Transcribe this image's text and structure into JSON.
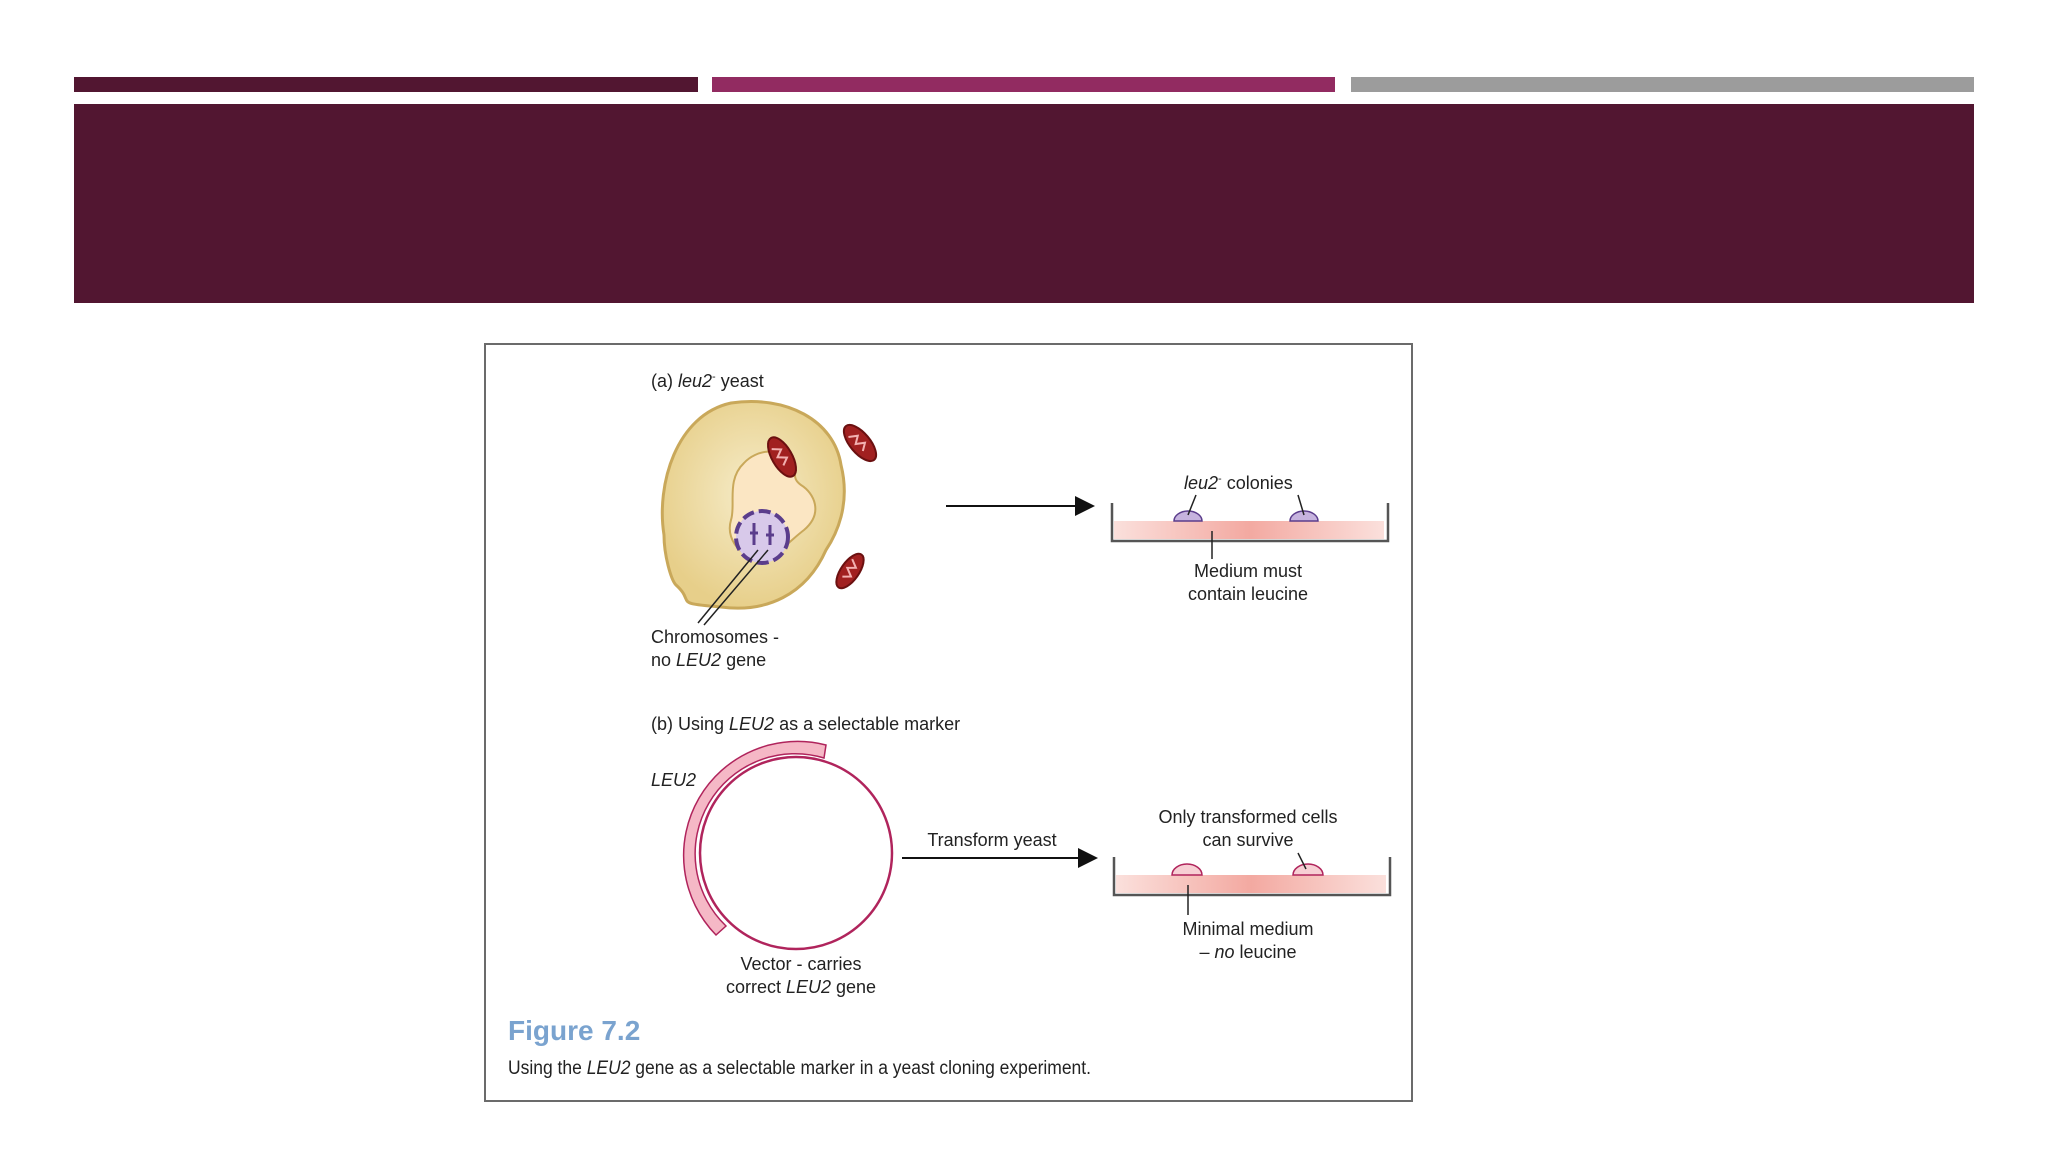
{
  "slide": {
    "colors": {
      "bar1": "#521631",
      "bar2": "#922b61",
      "bar3": "#9c9c9c",
      "title_band": "#521631"
    },
    "title": ""
  },
  "figure": {
    "panel_a": {
      "label_prefix": "(a) ",
      "label_italic": "leu2",
      "label_sup": "-",
      "label_suffix": " yeast",
      "colonies_italic": "leu2",
      "colonies_sup": "-",
      "colonies_suffix": " colonies",
      "medium_line1": "Medium must",
      "medium_line2": "contain leucine",
      "chrom_line1": "Chromosomes -",
      "chrom_line2_prefix": "no ",
      "chrom_line2_italic": "LEU2",
      "chrom_line2_suffix": " gene"
    },
    "panel_b": {
      "label_prefix": "(b) Using ",
      "label_italic": "LEU2",
      "label_suffix": " as a selectable marker",
      "gene_label": "LEU2",
      "arrow_label": "Transform yeast",
      "survive_line1": "Only transformed cells",
      "survive_line2": "can survive",
      "medium_line1": "Minimal medium",
      "medium_line2_prefix": "– ",
      "medium_line2_italic": "no",
      "medium_line2_suffix": " leucine",
      "vector_line1": "Vector - carries",
      "vector_line2_prefix": "correct ",
      "vector_line2_italic": "LEU2",
      "vector_line2_suffix": " gene"
    },
    "figure_label": "Figure 7.2",
    "caption_prefix": "Using the ",
    "caption_italic": "LEU2",
    "caption_suffix": " gene as a selectable marker in a yeast cloning experiment."
  }
}
